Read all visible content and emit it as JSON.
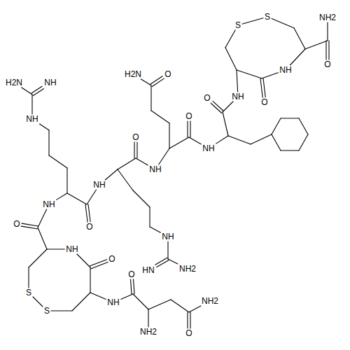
{
  "diagram": {
    "labels": [
      "NH2",
      "O",
      "S",
      "S",
      "NH",
      "O",
      "NH",
      "O",
      "NH",
      "O",
      "H2N",
      "O",
      "NH",
      "O",
      "NH",
      "O",
      "H2N",
      "NH",
      "NH",
      "NH",
      "NH2",
      "HN",
      "NH",
      "O",
      "NH",
      "O",
      "S",
      "S",
      "NH",
      "O",
      "NH2",
      "O",
      "NH2"
    ]
  }
}
